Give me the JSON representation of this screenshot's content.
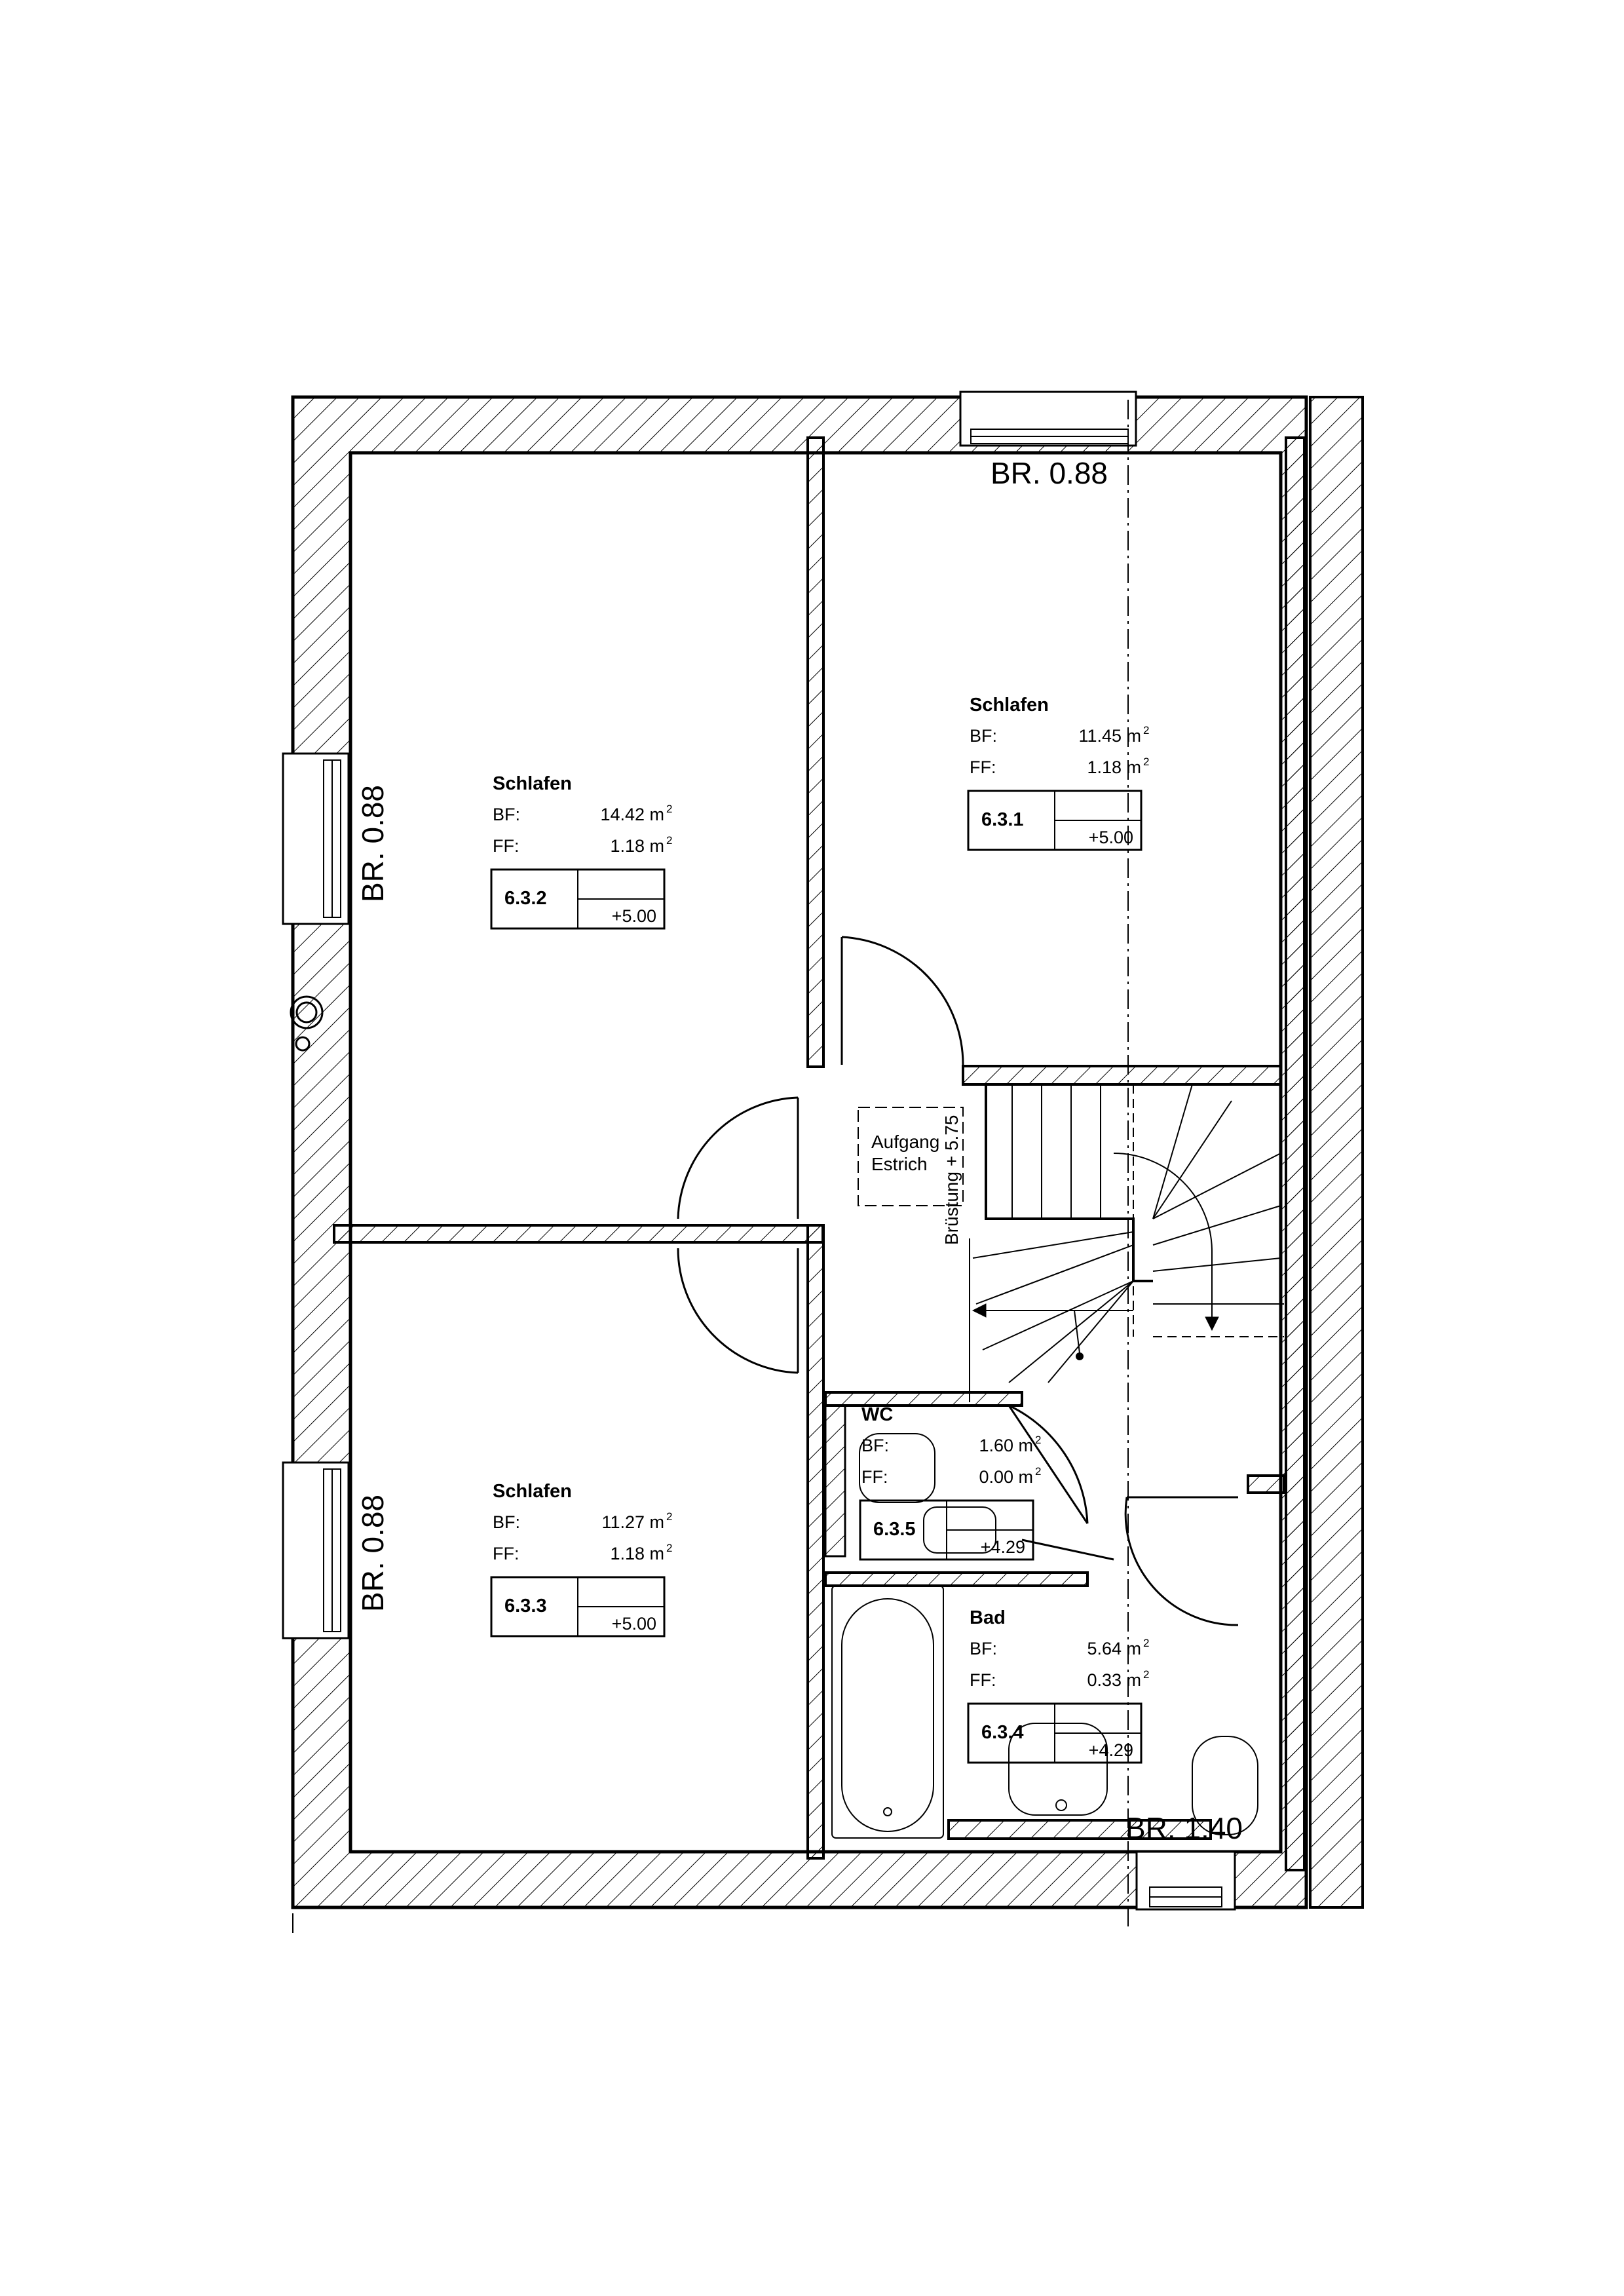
{
  "rooms": [
    {
      "id": "r632",
      "name": "Schlafen",
      "bf_label": "BF:",
      "bf_value": "14.42 m",
      "ff_label": "FF:",
      "ff_value": "1.18 m",
      "area_unit_sup": "2",
      "number": "6.3.2",
      "level": "+5.00"
    },
    {
      "id": "r631",
      "name": "Schlafen",
      "bf_label": "BF:",
      "bf_value": "11.45 m",
      "ff_label": "FF:",
      "ff_value": "1.18 m",
      "area_unit_sup": "2",
      "number": "6.3.1",
      "level": "+5.00"
    },
    {
      "id": "r633",
      "name": "Schlafen",
      "bf_label": "BF:",
      "bf_value": "11.27 m",
      "ff_label": "FF:",
      "ff_value": "1.18 m",
      "area_unit_sup": "2",
      "number": "6.3.3",
      "level": "+5.00"
    },
    {
      "id": "r635",
      "name": "WC",
      "bf_label": "BF:",
      "bf_value": "1.60 m",
      "ff_label": "FF:",
      "ff_value": "0.00 m",
      "area_unit_sup": "2",
      "number": "6.3.5",
      "level": "+4.29"
    },
    {
      "id": "r634",
      "name": "Bad",
      "bf_label": "BF:",
      "bf_value": "5.64 m",
      "ff_label": "FF:",
      "ff_value": "0.33 m",
      "area_unit_sup": "2",
      "number": "6.3.4",
      "level": "+4.29"
    }
  ],
  "windows": {
    "top": "BR. 0.88",
    "left_upper": "BR. 0.88",
    "left_lower": "BR. 0.88",
    "bottom": "BR. 1.40"
  },
  "attic": {
    "line1": "Aufgang",
    "line2": "Estrich",
    "parapet": "Brüstung + 5.75"
  },
  "colors": {
    "line": "#000000",
    "background": "#ffffff"
  }
}
